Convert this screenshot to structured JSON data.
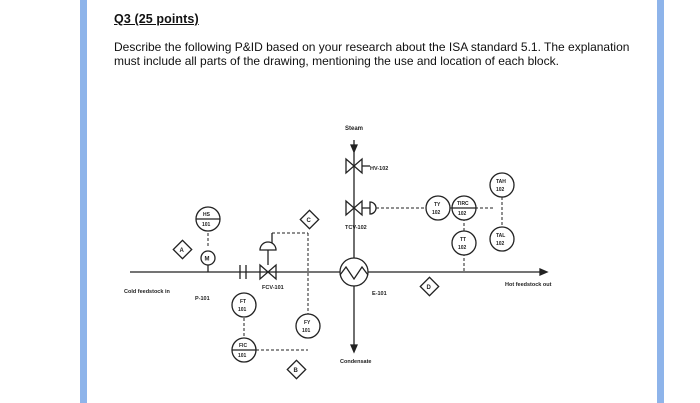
{
  "question": {
    "title": "Q3 (25 points)",
    "body": "Describe the following P&ID based on your research about the ISA standard 5.1. The explanation must include all parts of the drawing, mentioning the use and location of each block."
  },
  "diagram": {
    "steam": "Steam",
    "hv_tag": "HV-102",
    "tcv_tag": "TCV-102",
    "fcv_tag": "FCV-101",
    "heat_exchanger_tag": "E-101",
    "pump_tag": "P-101",
    "cold_feed": "Cold feedstock in",
    "hot_feed": "Hot feedstock out",
    "condensate": "Condensate",
    "markers": {
      "a": "A",
      "b": "B",
      "c": "C",
      "d": "D"
    },
    "motor": "M",
    "hs": {
      "letters": "HS",
      "number": "101"
    },
    "ft": {
      "letters": "FT",
      "number": "101"
    },
    "fic": {
      "letters": "FIC",
      "number": "101"
    },
    "fy": {
      "letters": "FY",
      "number": "101"
    },
    "ty": {
      "letters": "TY",
      "number": "102"
    },
    "tirc": {
      "letters": "TIRC",
      "number": "102"
    },
    "tt": {
      "letters": "TT",
      "number": "102"
    },
    "tah": {
      "letters": "TAH",
      "number": "102"
    },
    "tal": {
      "letters": "TAL",
      "number": "102"
    }
  }
}
